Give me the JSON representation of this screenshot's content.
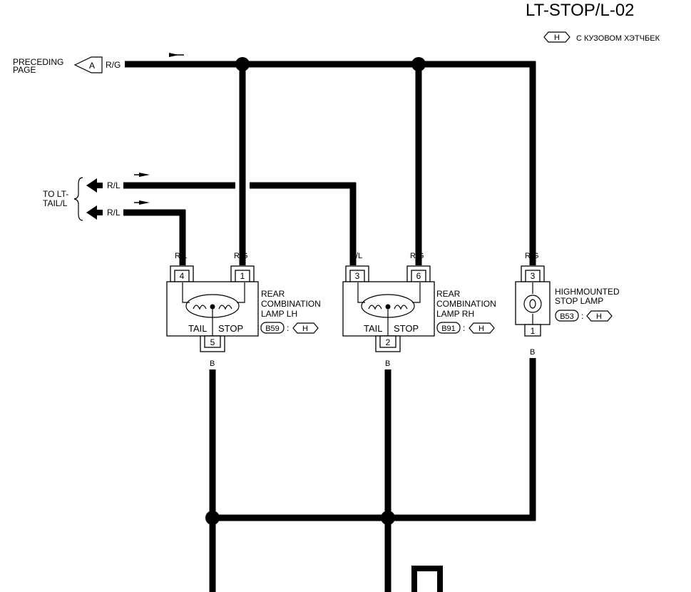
{
  "title": "LT-STOP/L-02",
  "legend": {
    "symbol": "H",
    "text": "С КУЗОВОМ ХЭТЧБЕК"
  },
  "preceding": {
    "line1": "PRECEDING",
    "line2": "PAGE",
    "connector": "A",
    "wire": "R/G"
  },
  "to_tail": {
    "line1": "TO LT-",
    "line2": "TAIL/L",
    "wire_top": "R/L",
    "wire_bottom": "R/L"
  },
  "lamp_lh": {
    "name1": "REAR",
    "name2": "COMBINATION",
    "name3": "LAMP LH",
    "connector": "B59",
    "colon": ":",
    "variant": "H",
    "pin_left": "4",
    "pin_right": "1",
    "pin_bottom": "5",
    "wire_left": "R/L",
    "wire_right": "R/G",
    "wire_bottom": "B",
    "tail": "TAIL",
    "stop": "STOP"
  },
  "lamp_rh": {
    "name1": "REAR",
    "name2": "COMBINATION",
    "name3": "LAMP RH",
    "connector": "B91",
    "colon": ":",
    "variant": "H",
    "pin_left": "3",
    "pin_right": "6",
    "pin_bottom": "2",
    "wire_left": "R/L",
    "wire_right": "R/G",
    "wire_bottom": "B",
    "tail": "TAIL",
    "stop": "STOP"
  },
  "lamp_high": {
    "name1": "HIGHMOUNTED",
    "name2": "STOP LAMP",
    "connector": "B53",
    "colon": ":",
    "variant": "H",
    "pin_top": "3",
    "pin_bottom": "1",
    "wire_top": "R/G",
    "wire_bottom": "B"
  }
}
